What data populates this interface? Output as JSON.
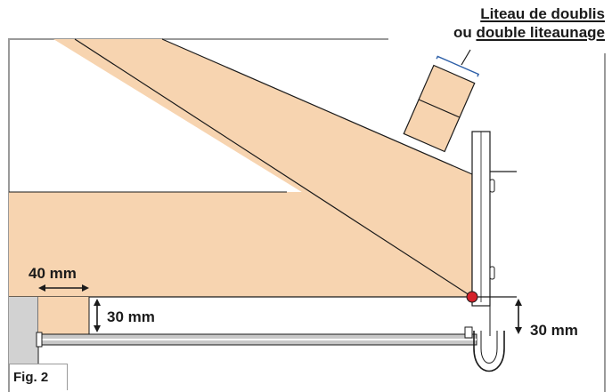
{
  "title": {
    "line1_part1": "Liteau de doublis",
    "line2_prefix": "ou ",
    "line2_part2": "double liteaunage"
  },
  "dimensions": {
    "width_40": "40 mm",
    "height_30_left": "30 mm",
    "height_30_right": "30 mm"
  },
  "figure_label": "Fig. 2",
  "colors": {
    "wood": "#f7d4b0",
    "outline": "#1a1a1a",
    "frame": "#9a9a9a",
    "marker": "#d4222b",
    "dimension_bracket": "#2d5fa8",
    "wall": "#d2d2d2",
    "rail": "#c8c8c8"
  }
}
